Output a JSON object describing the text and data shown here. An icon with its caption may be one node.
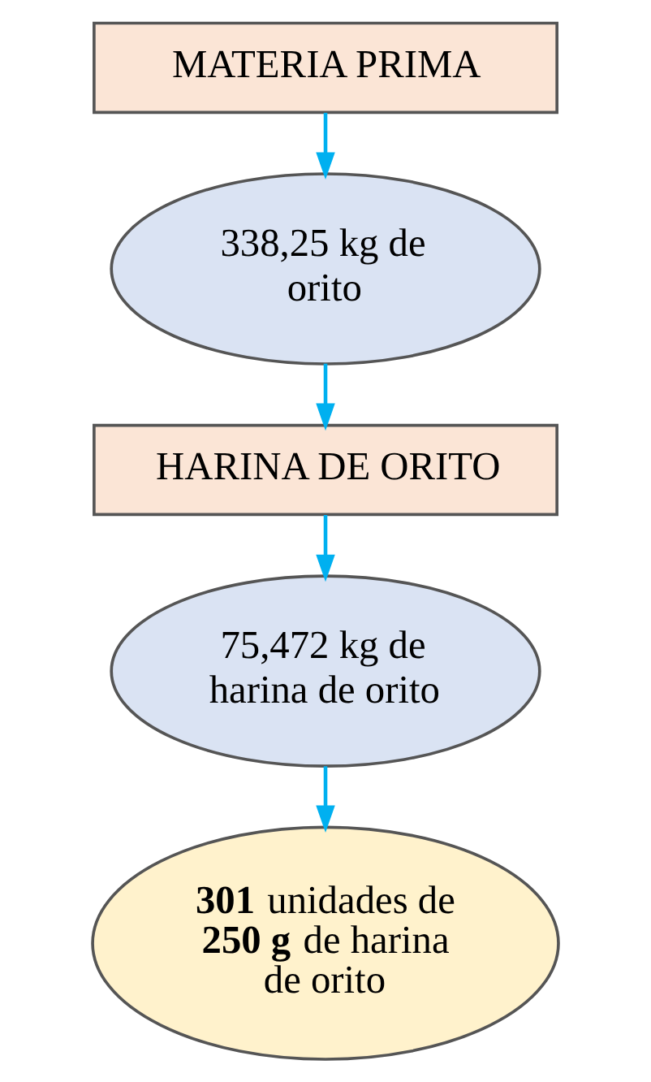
{
  "diagram": {
    "nodes": [
      {
        "text": [
          "MATERIA PRIMA"
        ]
      },
      {
        "text": [
          "338,25 kg de orito"
        ]
      },
      {
        "text": [
          "HARINA DE ORITO"
        ]
      },
      {
        "text": [
          "75,472 kg de harina de orito"
        ]
      },
      {
        "text": [
          "**301** unidades de **250 g** de harina de orito"
        ]
      }
    ],
    "edges": [
      {
        "from": 0,
        "to": 1,
        "arrow": "to"
      },
      {
        "from": 1,
        "to": 2,
        "arrow": "to"
      },
      {
        "from": 2,
        "to": 3,
        "arrow": "to"
      },
      {
        "from": 3,
        "to": 4,
        "arrow": "to"
      }
    ]
  }
}
